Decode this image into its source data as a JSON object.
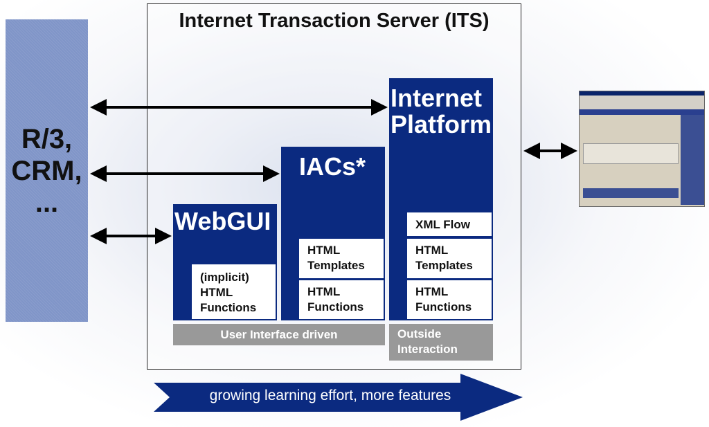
{
  "left_system": {
    "label_lines": [
      "R/3,",
      "CRM,",
      "..."
    ]
  },
  "its": {
    "title": "Internet Transaction Server (ITS)"
  },
  "webgui": {
    "title": "WebGUI",
    "functions": "(implicit) HTML Functions"
  },
  "iacs": {
    "title": "IACs*",
    "templates": "HTML Templates",
    "functions": "HTML Functions"
  },
  "platform": {
    "title_lines": [
      "Internet",
      "Platform"
    ],
    "xml": "XML Flow",
    "templates": "HTML Templates",
    "functions": "HTML Functions"
  },
  "groups": {
    "ui_driven": "User Interface driven",
    "outside": "Outside Interaction"
  },
  "bottom_arrow": {
    "label": "growing learning effort, more features"
  },
  "colors": {
    "blue": "#0b2a80",
    "left_bar": "#8095c8",
    "gray": "#999999"
  }
}
